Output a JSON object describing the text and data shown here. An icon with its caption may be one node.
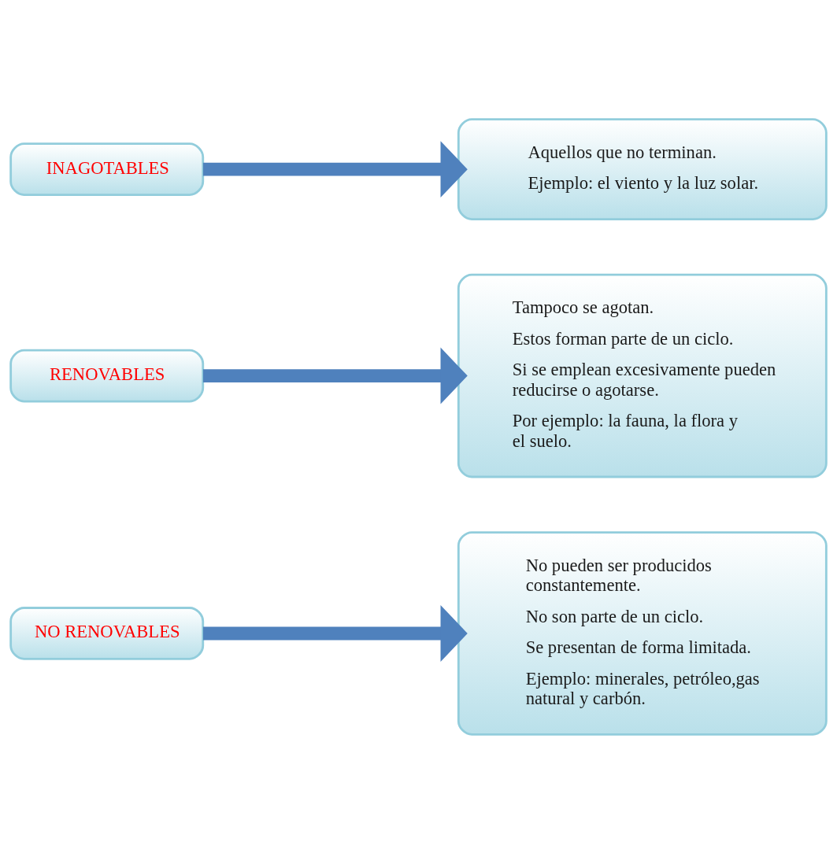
{
  "diagram": {
    "nodes": [
      {
        "text": [
          "INAGOTABLES"
        ]
      },
      {
        "text": [
          "Aquellos que no terminan.",
          "Ejemplo: el viento y la luz solar."
        ]
      },
      {
        "text": [
          "RENOVABLES"
        ]
      },
      {
        "text": [
          "Tampoco se agotan.",
          "Estos forman parte de un ciclo.",
          "Si se emplean excesivamente pueden reducirse o agotarse.",
          "Por ejemplo: la fauna, la flora y el suelo."
        ]
      },
      {
        "text": [
          "NO RENOVABLES"
        ]
      },
      {
        "text": [
          "No pueden ser producidos constantemente.",
          "No son parte de un ciclo.",
          "Se presentan de forma limitada.",
          "Ejemplo: minerales, petróleo,gas natural y carbón."
        ]
      }
    ],
    "edges": [
      {
        "from": 0,
        "to": 1,
        "arrow": "to"
      },
      {
        "from": 2,
        "to": 3,
        "arrow": "to"
      },
      {
        "from": 4,
        "to": 5,
        "arrow": "to"
      }
    ]
  }
}
